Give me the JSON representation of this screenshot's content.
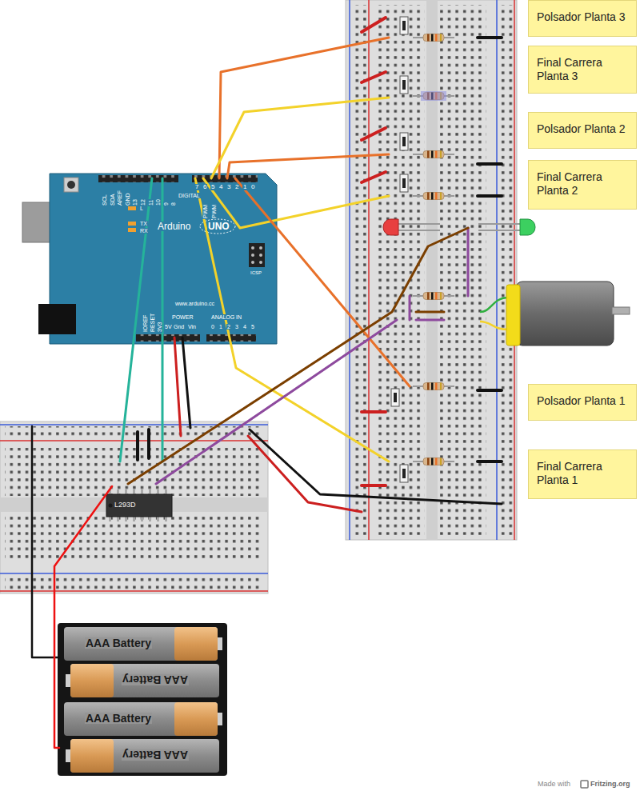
{
  "diagram": {
    "nodes": [
      {
        "text": [
          "Polsador Planta 3"
        ]
      },
      {
        "text": [
          "Final Carrera Planta 3"
        ]
      },
      {
        "text": [
          "Polsador Planta 2"
        ]
      },
      {
        "text": [
          "Final Carrera Planta 2"
        ]
      },
      {
        "text": [
          "Polsador Planta 1"
        ]
      },
      {
        "text": [
          "Final Carrera Planta 1"
        ]
      }
    ],
    "labels": [
      "SCL",
      "SDA",
      "AREF",
      "GND",
      "13",
      "12",
      "11",
      "10",
      "9",
      "8",
      "7",
      "6",
      "5",
      "4",
      "3",
      "2",
      "1",
      "0",
      "DIGITAL",
      "PWM",
      "PWM",
      "L",
      "TX",
      "RX",
      "Arduino",
      "UNO",
      "ICSP",
      "www.arduino.cc",
      "IOREF",
      "RESET",
      "3V3",
      "5V",
      "Gnd",
      "Vin",
      "0",
      "1",
      "2",
      "3",
      "4",
      "5",
      "POWER",
      "ANALOG IN",
      "L293D",
      "AAA Battery",
      "AAA Battery",
      "AAA Battery",
      "AAA Battery",
      "Made with",
      "Fritzing.org"
    ]
  }
}
